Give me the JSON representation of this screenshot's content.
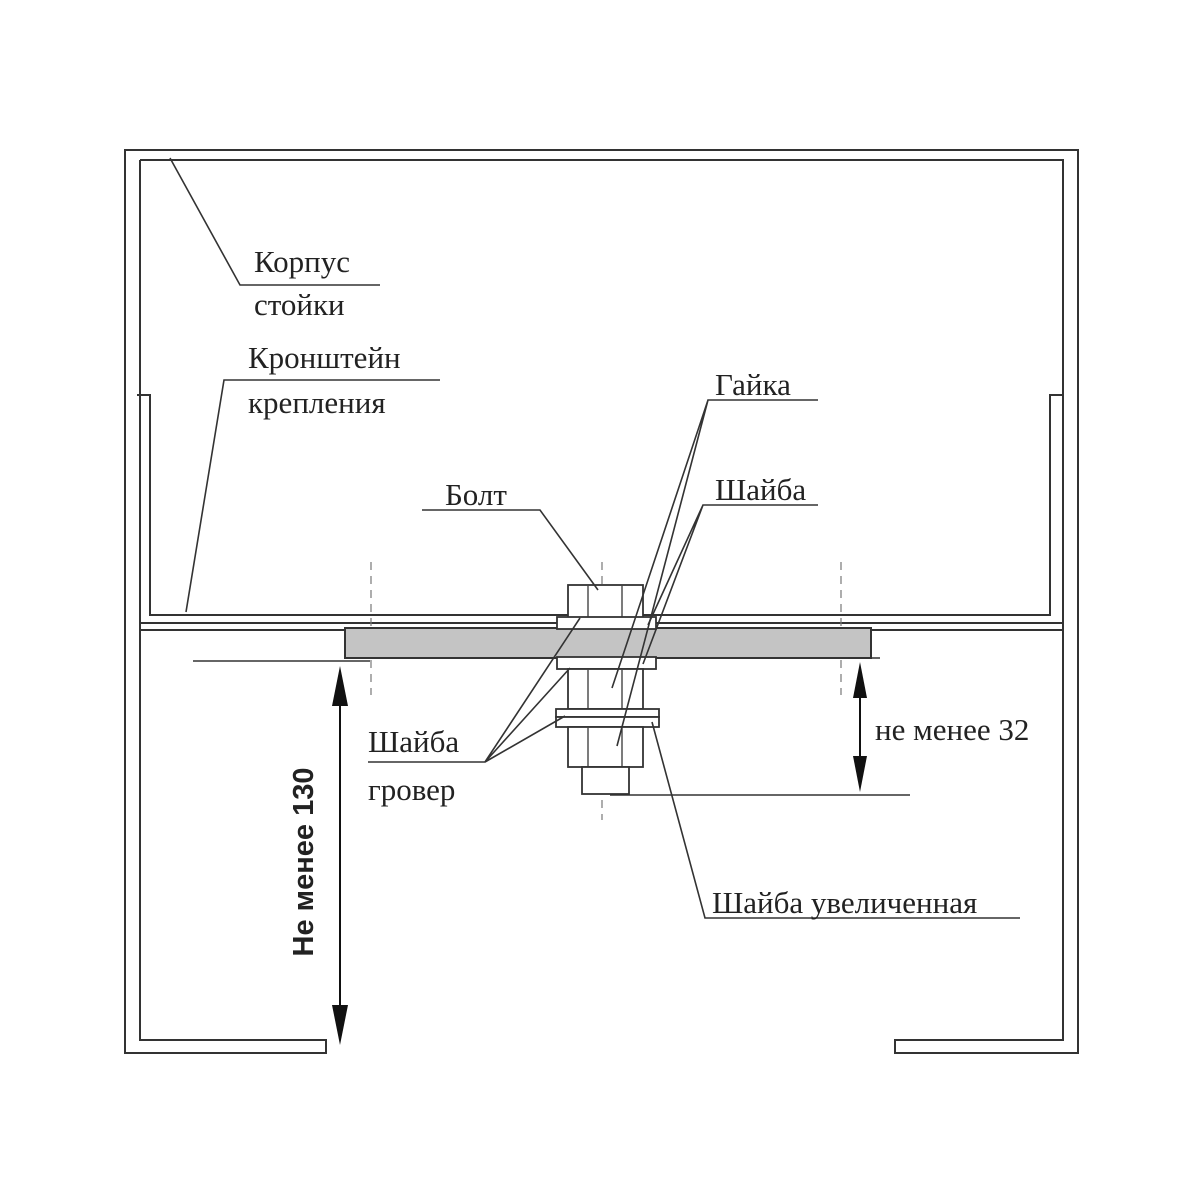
{
  "labels": {
    "body_line1": "Корпус",
    "body_line2": "стойки",
    "bracket_line1": "Кронштейн",
    "bracket_line2": "крепления",
    "bolt": "Болт",
    "nut": "Гайка",
    "washer": "Шайба",
    "spring_washer_line1": "Шайба",
    "spring_washer_line2": "гровер",
    "large_washer": "Шайба увеличенная"
  },
  "dimensions": {
    "min_32": "не менее 32",
    "min_130": "Не менее 130"
  }
}
